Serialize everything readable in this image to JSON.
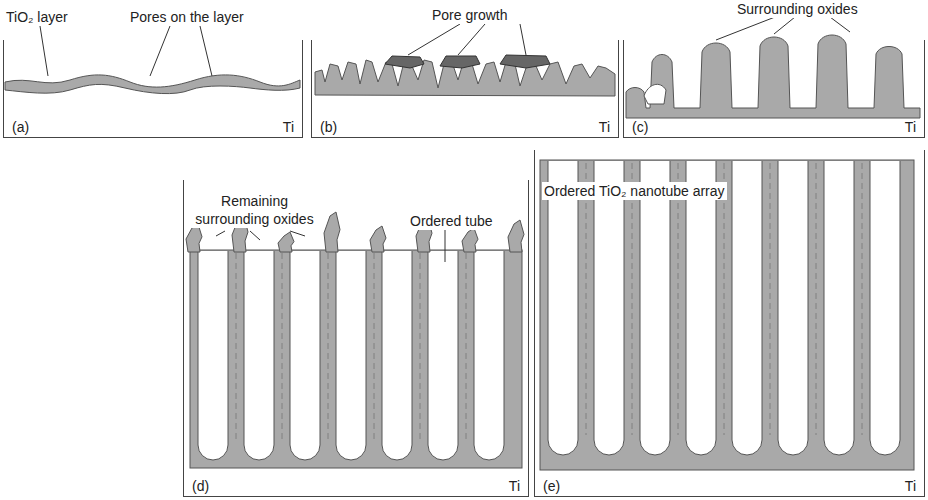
{
  "diagram": {
    "nodes": [
      {
        "text": [
          "(a)",
          "Ti"
        ]
      },
      {
        "text": [
          "(b)",
          "Ti"
        ]
      },
      {
        "text": [
          "(c)",
          "Ti"
        ]
      },
      {
        "text": [
          "(d)",
          "Ti"
        ]
      },
      {
        "text": [
          "(e)",
          "Ti"
        ]
      }
    ],
    "labels": [
      "TiO₂ layer",
      "Pores on the layer",
      "Pore growth",
      "Surrounding oxides",
      "Remaining surrounding oxides",
      "Ordered tube",
      "Ordered TiO₂ nanotube array"
    ]
  }
}
